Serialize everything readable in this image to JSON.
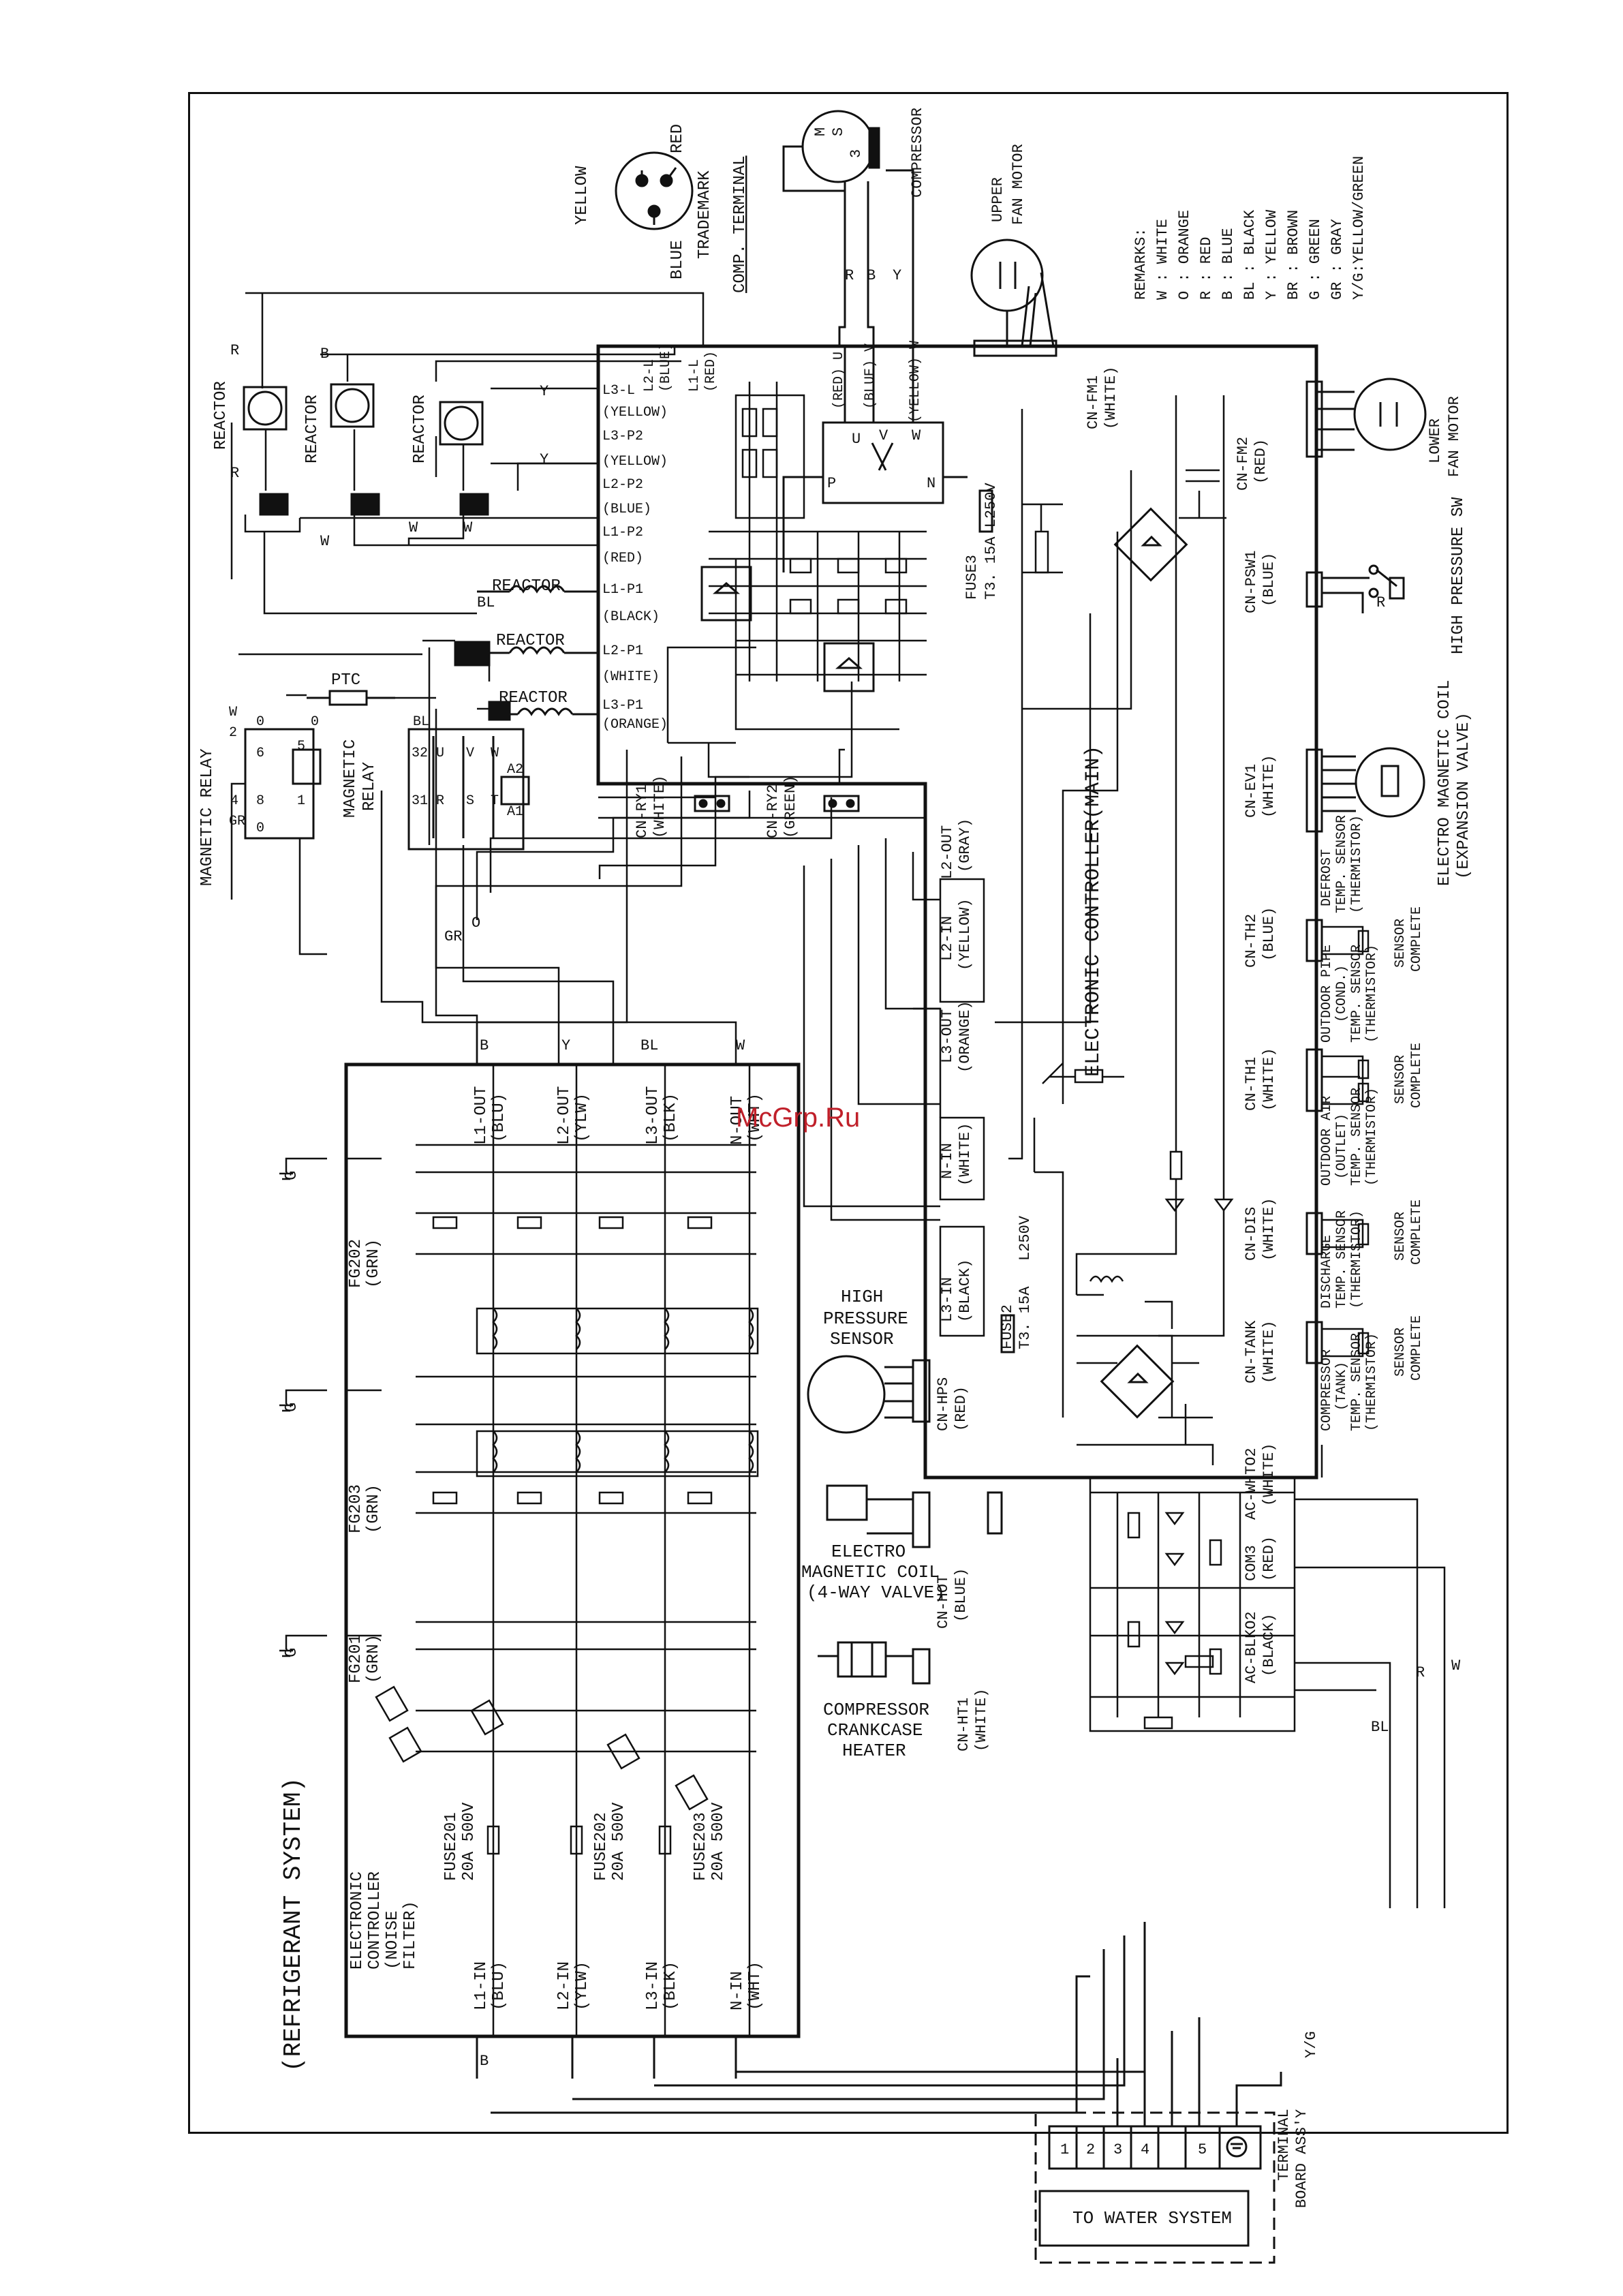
{
  "watermark": "McGrp.Ru",
  "title": "(REFRIGERANT SYSTEM)",
  "main_controller": "ELECTRONIC CONTROLLER(MAIN)",
  "noise_filter": [
    "ELECTRONIC",
    "CONTROLLER",
    "(NOISE",
    "FILTER)"
  ],
  "remarks": {
    "heading": "REMARKS:",
    "items": [
      "W : WHITE",
      "O : ORANGE",
      "R : RED",
      "B : BLUE",
      "BL : BLACK",
      "Y : YELLOW",
      "BR : BROWN",
      "G : GREEN",
      "GR : GRAY",
      "Y/G:YELLOW/GREEN"
    ]
  },
  "compressor": {
    "label": "COMPRESSOR",
    "motor": [
      "M",
      "S",
      "3"
    ],
    "terminal": [
      "YELLOW",
      "RED",
      "BLUE",
      "TRADEMARK",
      "COMP. TERMINAL"
    ]
  },
  "upper_fan": [
    "UPPER",
    "FAN MOTOR"
  ],
  "lower_fan": [
    "LOWER",
    "FAN MOTOR"
  ],
  "reactors": [
    "REACTOR",
    "REACTOR",
    "REACTOR",
    "REACTOR",
    "REACTOR",
    "REACTOR"
  ],
  "ptc": "PTC",
  "magnetic_relay": [
    "MAGNETIC RELAY",
    "MAGNETIC",
    "RELAY"
  ],
  "relay_pins": [
    "GR",
    "4",
    "8",
    "0",
    "2",
    "6",
    "0",
    "W",
    "0",
    "1",
    "5",
    "BL",
    "32",
    "31",
    "A1",
    "A2",
    "U",
    "V",
    "W",
    "R",
    "S",
    "T"
  ],
  "ctrl_terminals": [
    "L3-L",
    "(YELLOW)",
    "L3-P2",
    "(YELLOW)",
    "L2-P2",
    "(BLUE)",
    "L1-P2",
    "(RED)",
    "L1-P1",
    "(BLACK)",
    "L2-P1",
    "(WHITE)",
    "L3-P1",
    "(ORANGE)"
  ],
  "ctrl_top": [
    "L2-L",
    "(BLUE)",
    "L1-L",
    "(RED)",
    "(RED) U",
    "(BLUE) V",
    "(YELLOW) W"
  ],
  "ipm": [
    "U",
    "V",
    "W",
    "P",
    "N"
  ],
  "fuse3": [
    "FUSE3",
    "T3. 15A L250V"
  ],
  "fuse2": [
    "FUSE2",
    "T3. 15A",
    "L250V"
  ],
  "connectors": {
    "fm1": [
      "CN-FM1",
      "(WHITE)"
    ],
    "fm2": [
      "CN-FM2",
      "(RED)"
    ],
    "psw1": [
      "CN-PSW1",
      "(BLUE)"
    ],
    "ev1": [
      "CN-EV1",
      "(WHITE)"
    ],
    "th2": [
      "CN-TH2",
      "(BLUE)"
    ],
    "th1": [
      "CN-TH1",
      "(WHITE)"
    ],
    "dis": [
      "CN-DIS",
      "(WHITE)"
    ],
    "tank": [
      "CN-TANK",
      "(WHITE)"
    ],
    "ry1": [
      "CN-RY1",
      "(WHITE)"
    ],
    "ry2": [
      "CN-RY2",
      "(GREEN)"
    ],
    "hps": [
      "CN-HPS",
      "(RED)"
    ],
    "hot": [
      "CN-HOT",
      "(BLUE)"
    ],
    "ht1": [
      "CN-HT1",
      "(WHITE)"
    ],
    "whto2": [
      "AC-WHTO2",
      "(WHITE)"
    ],
    "com3": [
      "COM3",
      "(RED)"
    ],
    "blko2": [
      "AC-BLKO2",
      "(BLACK)"
    ]
  },
  "ctrl_side": [
    "L2-OUT",
    "(GRAY)",
    "L2-IN",
    "(YELLOW)",
    "L3-OUT",
    "(ORANGE)",
    "N-IN",
    "(WHITE)",
    "L3-IN",
    "(BLACK)"
  ],
  "high_pressure_sw": "HIGH PRESSURE SW",
  "ev_coil": [
    "ELECTRO MAGNETIC COIL",
    "(EXPANSION VALVE)"
  ],
  "sensors": {
    "defrost": [
      "DEFROST",
      "TEMP. SENSOR",
      "(THERMISTOR)"
    ],
    "outdoor_pipe": [
      "OUTDOOR PIPE",
      "(COND.)",
      "TEMP. SENSOR",
      "(THERMISTOR)"
    ],
    "outdoor_air": [
      "OUTDOOR AIR",
      "(OUTLET)",
      "TEMP. SENSOR",
      "(THERMISTOR)"
    ],
    "discharge": [
      "DISCHARGE",
      "TEMP. SENSOR",
      "(THERMISTOR)"
    ],
    "compressor_tank": [
      "COMPRESSOR",
      "(TANK)",
      "TEMP. SENSOR",
      "(THERMISTOR)"
    ],
    "complete": [
      "SENSOR",
      "COMPLETE"
    ]
  },
  "hp_sensor": [
    "HIGH",
    "PRESSURE",
    "SENSOR"
  ],
  "fourway": [
    "ELECTRO",
    "MAGNETIC COIL",
    "(4-WAY VALVE)"
  ],
  "crankcase": [
    "COMPRESSOR",
    "CRANKCASE",
    "HEATER"
  ],
  "noise_filter_pins": {
    "outs": [
      "L1-OUT",
      "(BLU)",
      "L2-OUT",
      "(YLW)",
      "L3-OUT",
      "(BLK)",
      "N-OUT",
      "(WHT)"
    ],
    "ins": [
      "L1-IN",
      "(BLU)",
      "L2-IN",
      "(YLW)",
      "L3-IN",
      "(BLK)",
      "N-IN",
      "(WHT)"
    ],
    "fuses": [
      "FUSE201",
      "20A 500V",
      "FUSE202",
      "20A 500V",
      "FUSE203",
      "20A 500V"
    ],
    "fg": [
      "FG202",
      "(GRN)",
      "FG203",
      "(GRN)",
      "FG201",
      "(GRN)"
    ],
    "ground": "G"
  },
  "wire_codes": [
    "B",
    "Y",
    "BL",
    "W",
    "R",
    "B",
    "R",
    "B",
    "R",
    "Y",
    "Y",
    "W",
    "W",
    "W",
    "BL",
    "BL",
    "W",
    "GR",
    "O",
    "R",
    "R",
    "B",
    "Y"
  ],
  "terminal_board": {
    "pins": [
      "1",
      "2",
      "3",
      "4",
      "5"
    ],
    "label": [
      "TERMINAL",
      "BOARD ASS'Y"
    ],
    "yg": "Y/G",
    "water": "TO WATER SYSTEM"
  }
}
